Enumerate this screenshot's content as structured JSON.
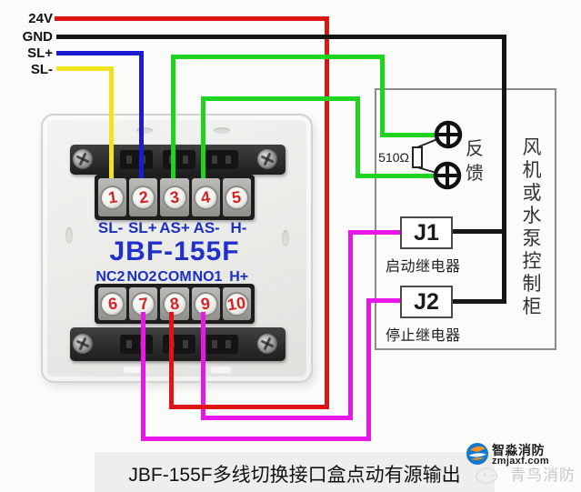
{
  "colors": {
    "wire_red": "#de1515",
    "wire_black": "#161616",
    "wire_blue": "#1b1bd0",
    "wire_yellow": "#f0e41e",
    "wire_green": "#1ed41e",
    "wire_magenta": "#e816e8",
    "terminal_label_blue": "#1b2fc0",
    "terminal_number_red": "#d92121",
    "title_blue": "#2030c8"
  },
  "supply_labels": [
    "24V",
    "GND",
    "SL+",
    "SL-"
  ],
  "module": {
    "title": "JBF-155F",
    "top_numbers": [
      "1",
      "2",
      "3",
      "4",
      "5"
    ],
    "top_labels": [
      "SL-",
      "SL+",
      "AS+",
      "AS-",
      "H-"
    ],
    "bottom_numbers": [
      "6",
      "7",
      "8",
      "9",
      "10"
    ],
    "bottom_labels": [
      "NC2",
      "NO2",
      "COM",
      "NO1",
      "H+"
    ]
  },
  "cabinet": {
    "side_label": "风机或水泵控制柜",
    "feedback_label": "反馈",
    "resistor_label": "510Ω",
    "relay1": {
      "name": "J1",
      "caption": "启动继电器"
    },
    "relay2": {
      "name": "J2",
      "caption": "停止继电器"
    }
  },
  "caption": {
    "text": "JBF-155F多线切换接口盒点动有源输出"
  },
  "watermark": {
    "brand": "智淼消防",
    "site": "zmjaxf.com",
    "brand2": "青鸟消防"
  }
}
